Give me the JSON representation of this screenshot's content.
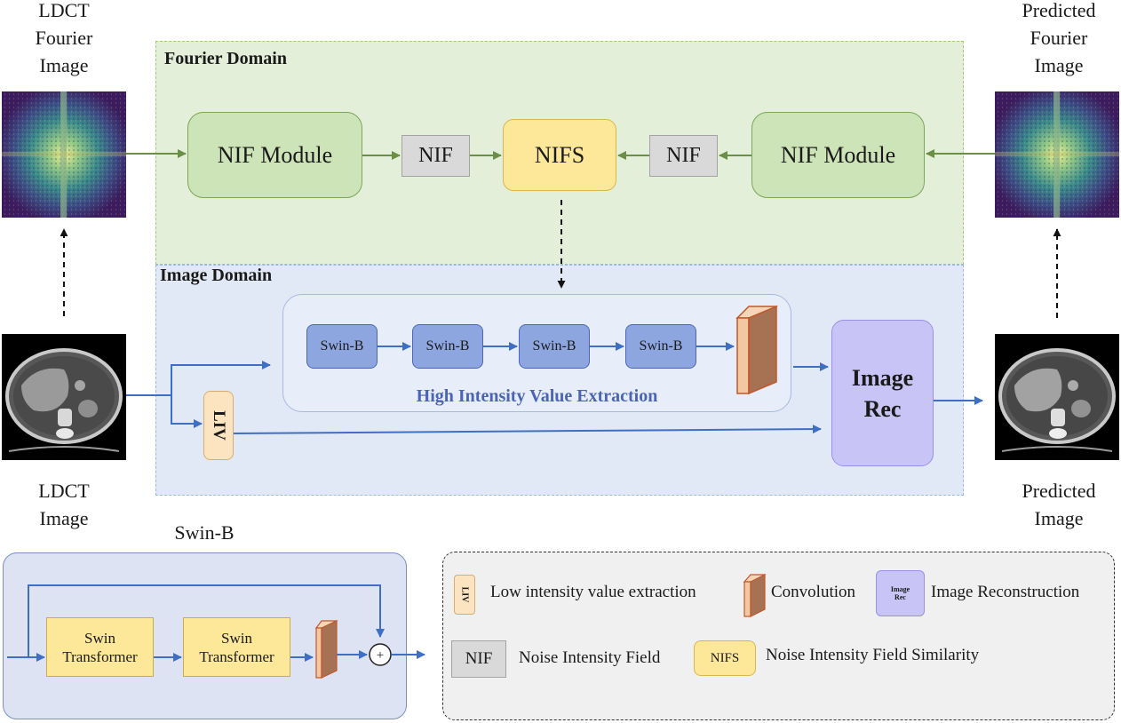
{
  "left_fourier_caption": [
    "LDCT",
    "Fourier",
    "Image"
  ],
  "right_fourier_caption": [
    "Predicted",
    "Fourier",
    "Image"
  ],
  "left_image_caption": [
    "LDCT",
    "Image"
  ],
  "right_image_caption": [
    "Predicted",
    "Image"
  ],
  "fourier_domain": {
    "title": "Fourier Domain",
    "left_module": "NIF Module",
    "left_nif": "NIF",
    "nifs": "NIFS",
    "right_nif": "NIF",
    "right_module": "NIF Module"
  },
  "image_domain": {
    "title": "Image Domain",
    "swin_blocks": [
      "Swin-B",
      "Swin-B",
      "Swin-B",
      "Swin-B"
    ],
    "hive_label": "High Intensity  Value Extraction",
    "liv": "LIV",
    "image_rec": [
      "Image",
      "Rec"
    ]
  },
  "swin_b_detail": {
    "title": "Swin-B",
    "blocks": [
      [
        "Swin",
        "Transformer"
      ],
      [
        "Swin",
        "Transformer"
      ]
    ],
    "sum_symbol": "+"
  },
  "legend": {
    "liv_icon": "LIV",
    "liv_text": "Low intensity value extraction",
    "conv_text": "Convolution",
    "rec_icon": [
      "Image",
      "Rec"
    ],
    "rec_text": "Image Reconstruction",
    "nif_icon": "NIF",
    "nif_text": "Noise Intensity Field",
    "nifs_icon": "NIFS",
    "nifs_text": "Noise Intensity Field Similarity"
  },
  "colors": {
    "fourier_region": "#e4efd9",
    "image_region": "#e2e9f6",
    "green_arrow": "#6b8f45",
    "blue_arrow": "#3f6fc4",
    "swin_b_block": "#8ea6e0",
    "swin_transformer": "#fde89a",
    "conv_front": "#f3c8a0",
    "conv_side": "#a77253",
    "image_rec": "#c8c4f6",
    "liv": "#fde4c0"
  }
}
